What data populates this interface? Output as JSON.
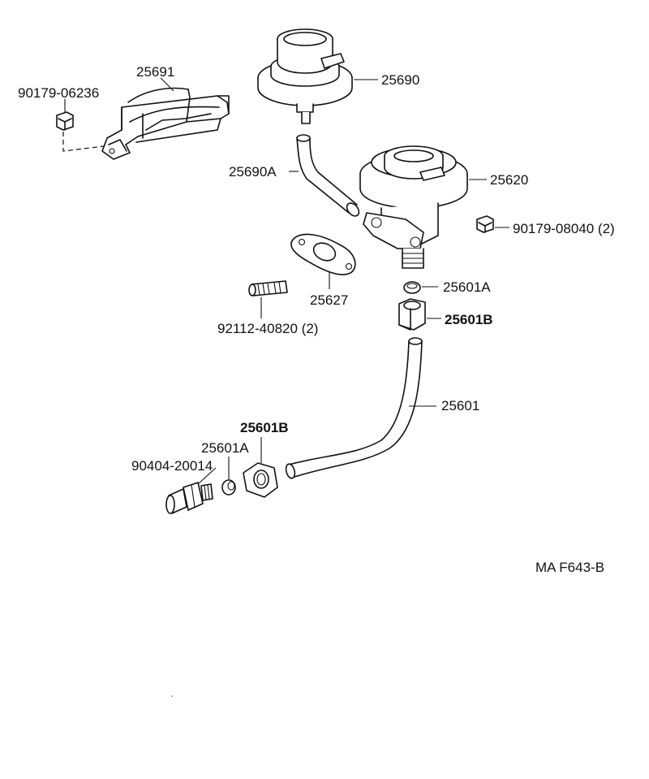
{
  "diagram": {
    "code": "MA F643-B",
    "labels": {
      "p25691": "25691",
      "p9017906236": "90179-06236",
      "p25690": "25690",
      "p25690A": "25690A",
      "p25620": "25620",
      "p9017908040": "90179-08040 (2)",
      "p25627": "25627",
      "p9211240820": "92112-40820 (2)",
      "p25601A_top": "25601A",
      "p25601B_top": "25601B",
      "p25601": "25601",
      "p25601B_bottom": "25601B",
      "p25601A_bottom": "25601A",
      "p9040420014": "90404-20014"
    }
  }
}
